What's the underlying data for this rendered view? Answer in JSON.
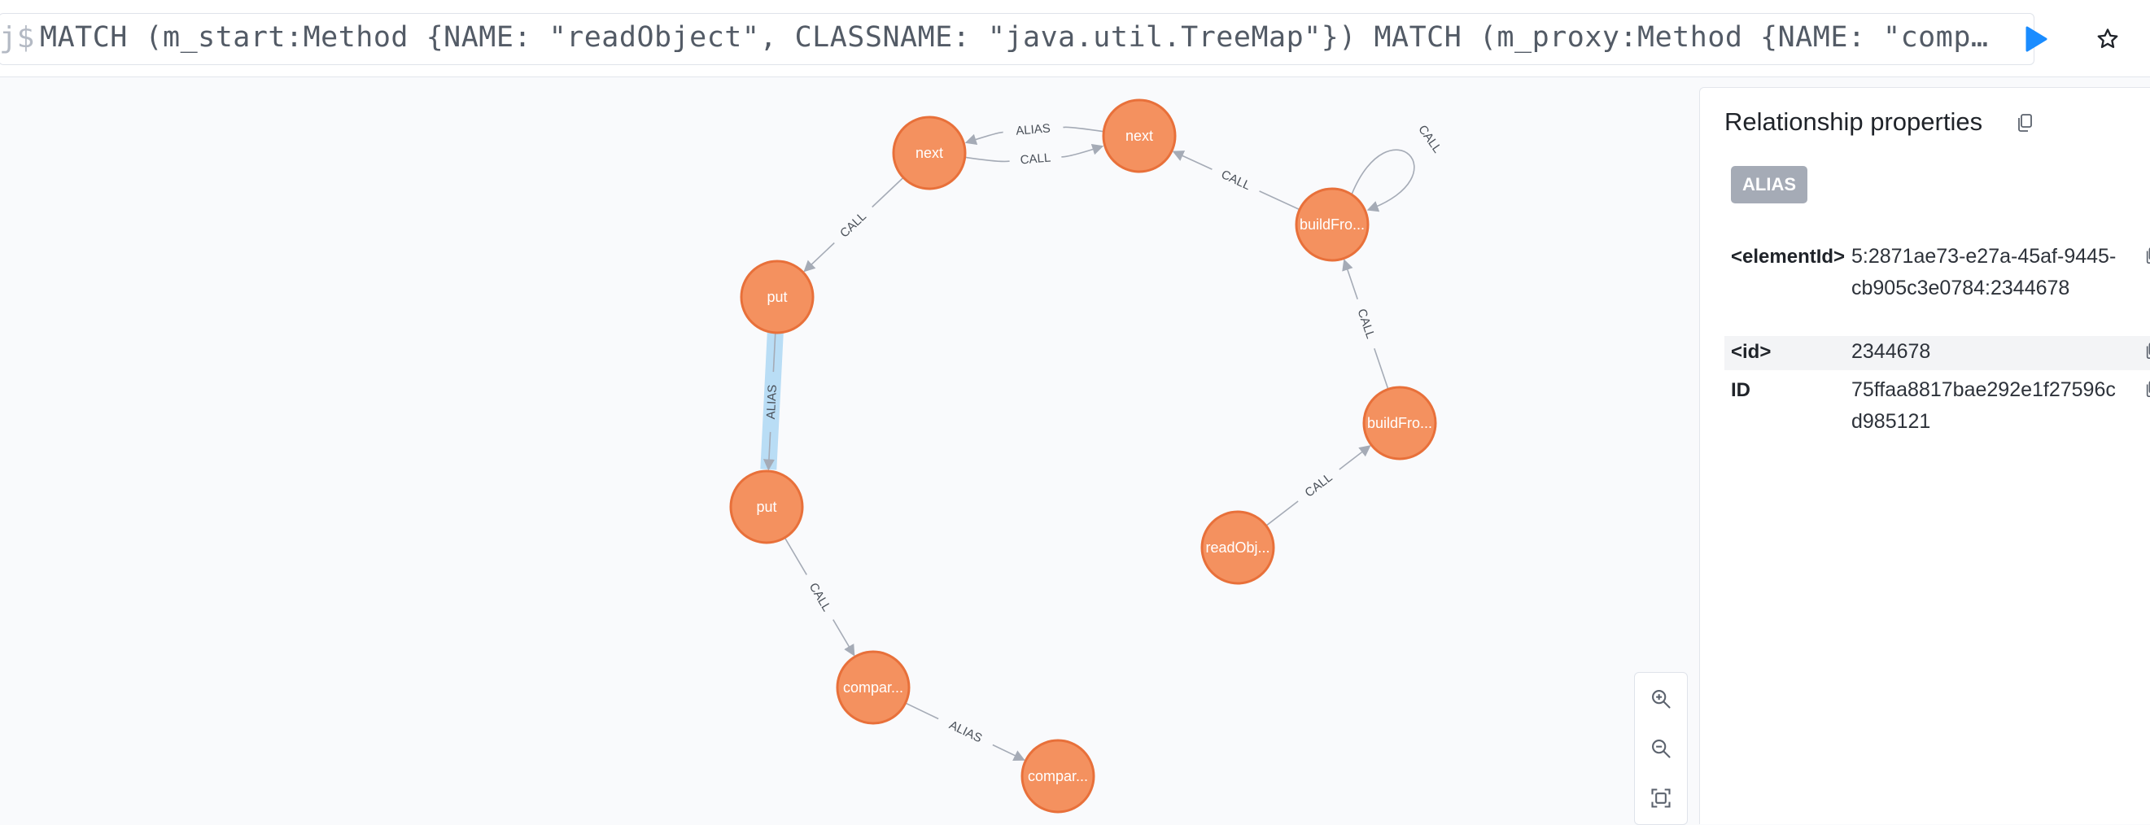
{
  "query": {
    "prompt": "j$",
    "text": "MATCH (m_start:Method {NAME: \"readObject\", CLASSNAME: \"java.util.TreeMap\"}) MATCH (m_proxy:Method {NAME: \"compareTo\", CLASSNAME: \"java.lang.Comparable\"})",
    "run_icon": "play-icon",
    "favorite_icon": "star-icon"
  },
  "graph": {
    "node_color": "#f4915f",
    "node_border": "#e8703a",
    "highlight_color": "#b9ddf5",
    "nodes": [
      {
        "id": "n_next1",
        "label": "next"
      },
      {
        "id": "n_next2",
        "label": "next"
      },
      {
        "id": "n_build1",
        "label": "buildFro..."
      },
      {
        "id": "n_put1",
        "label": "put"
      },
      {
        "id": "n_put2",
        "label": "put"
      },
      {
        "id": "n_build2",
        "label": "buildFro..."
      },
      {
        "id": "n_read",
        "label": "readObj..."
      },
      {
        "id": "n_comp1",
        "label": "compar..."
      },
      {
        "id": "n_comp2",
        "label": "compar..."
      }
    ],
    "relationships": [
      {
        "from": "n_next2",
        "to": "n_next1",
        "type": "ALIAS"
      },
      {
        "from": "n_next1",
        "to": "n_next2",
        "type": "CALL"
      },
      {
        "from": "n_build1",
        "to": "n_next2",
        "type": "CALL"
      },
      {
        "from": "n_build1",
        "to": "n_build1",
        "type": "CALL"
      },
      {
        "from": "n_next1",
        "to": "n_put1",
        "type": "CALL"
      },
      {
        "from": "n_put1",
        "to": "n_put2",
        "type": "ALIAS",
        "selected": true
      },
      {
        "from": "n_build2",
        "to": "n_build1",
        "type": "CALL"
      },
      {
        "from": "n_read",
        "to": "n_build2",
        "type": "CALL"
      },
      {
        "from": "n_put2",
        "to": "n_comp1",
        "type": "CALL"
      },
      {
        "from": "n_comp1",
        "to": "n_comp2",
        "type": "ALIAS"
      }
    ]
  },
  "zoom_controls": [
    {
      "name": "zoom-in-icon"
    },
    {
      "name": "zoom-out-icon"
    },
    {
      "name": "fit-view-icon"
    }
  ],
  "panel": {
    "title": "Relationship properties",
    "badge": "ALIAS",
    "properties": [
      {
        "key": "<elementId>",
        "value": "5:2871ae73-e27a-45af-9445-cb905c3e0784:2344678"
      },
      {
        "key": "<id>",
        "value": "2344678"
      },
      {
        "key": "ID",
        "value": "75ffaa8817bae292e1f27596cd985121"
      }
    ]
  }
}
